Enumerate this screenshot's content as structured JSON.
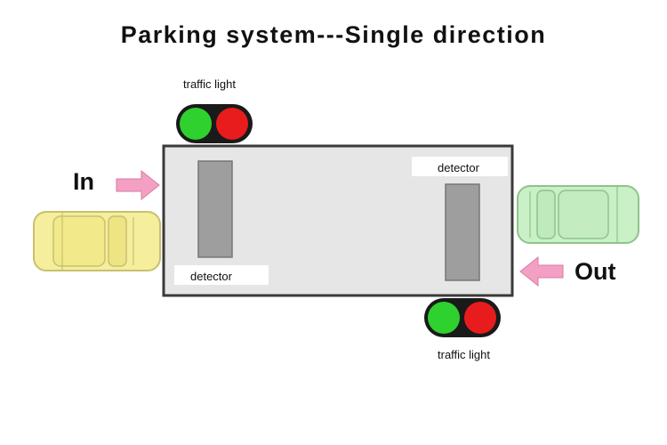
{
  "title": "Parking system---Single direction",
  "labels": {
    "traffic_light_top": "traffic light",
    "traffic_light_bottom": "traffic light",
    "detector_left": "detector",
    "detector_right": "detector",
    "in": "In",
    "out": "Out"
  },
  "colors": {
    "lot_fill": "#e6e6e6",
    "lot_border": "#3a3a3a",
    "detector_fill": "#9e9e9e",
    "light_green": "#2fd12f",
    "light_red": "#e81c1c",
    "arrow": "#f4a0c4",
    "car_in": "#f5ee9c",
    "car_out": "#c9f0c6"
  }
}
